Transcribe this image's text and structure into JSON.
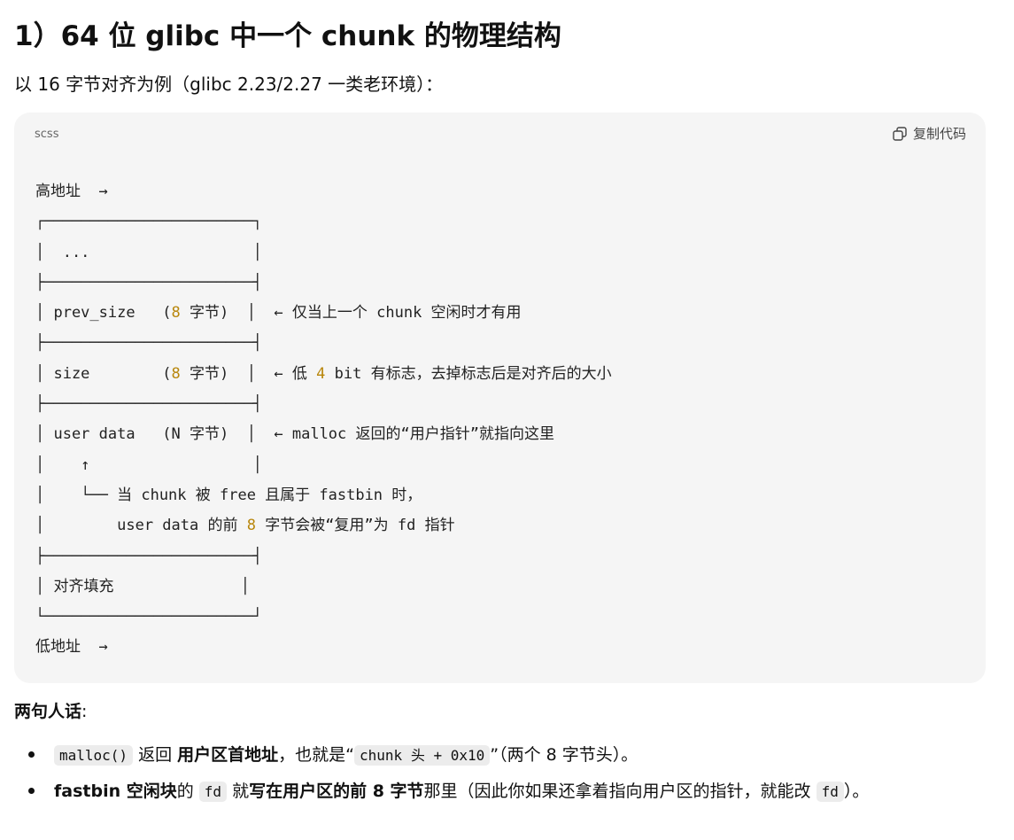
{
  "heading": {
    "title": "1）64 位 glibc 中一个 chunk 的物理结构",
    "intro": "以 16 字节对齐为例（glibc 2.23/2.27 一类老环境）："
  },
  "code_block": {
    "language": "scss",
    "copy_label": "复制代码",
    "lines": [
      "高地址  →",
      "┌───────────────────────┐",
      "│  ...                  │",
      "├───────────────────────┤",
      "│ prev_size   (8 字节)  │  ← 仅当上一个 chunk 空闲时才有用",
      "├───────────────────────┤",
      "│ size        (8 字节)  │  ← 低 4 bit 有标志，去掉标志后是对齐后的大小",
      "├───────────────────────┤",
      "│ user data   (N 字节)  │  ← malloc 返回的“用户指针”就指向这里",
      "│    ↑                  │",
      "│    └── 当 chunk 被 free 且属于 fastbin 时，",
      "│        user data 的前 8 字节会被“复用”为 fd 指针",
      "├───────────────────────┤",
      "│ 对齐填充              │",
      "└───────────────────────┘",
      "低地址  →"
    ]
  },
  "summary": {
    "label": "两句人话",
    "colon": ":",
    "bullets": [
      {
        "code1": "malloc()",
        "text1": " 返回 ",
        "bold1": "用户区首地址",
        "text2": "，也就是“",
        "code2": "chunk 头 + 0x10",
        "text3": "”（两个 8 字节头）。"
      },
      {
        "bold1": "fastbin 空闲块",
        "text1": "的 ",
        "code1": "fd",
        "text2": " 就",
        "bold2": "写在用户区的前 8 字节",
        "text3": "那里（因此你如果还拿着指向用户区的指针，就能改 ",
        "code2": "fd",
        "text4": "）。"
      }
    ]
  },
  "colors": {
    "number_highlight": "#b8860b",
    "code_background": "#f5f5f5"
  },
  "icons": {
    "copy": "copy-icon"
  }
}
